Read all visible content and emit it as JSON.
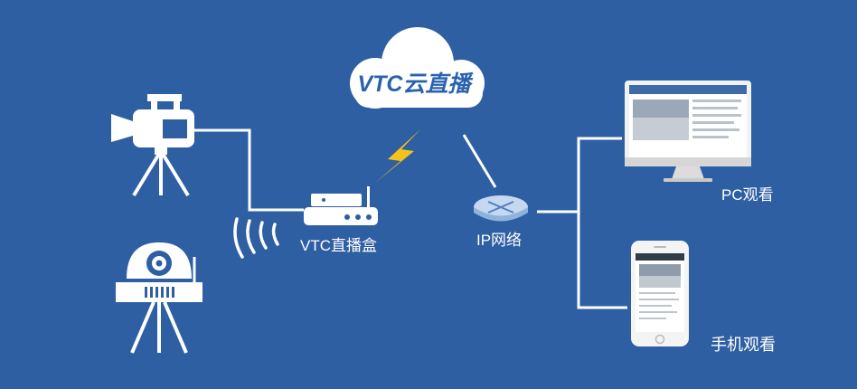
{
  "brand": {
    "cloud_label": "VTC云直播"
  },
  "nodes": {
    "streaming_box": "VTC直播盒",
    "ip_network": "IP网络",
    "pc_viewing": "PC观看",
    "mobile_viewing": "手机观看"
  },
  "icons": {
    "source_camera": "video-camera-icon",
    "source_dome": "dome-camera-icon",
    "wireless": "wireless-signal-icon",
    "encoder": "router-box-icon",
    "lightning": "lightning-bolt-icon",
    "cloud": "cloud-icon",
    "router": "network-router-icon",
    "pc": "desktop-monitor-icon",
    "phone": "smartphone-icon"
  },
  "colors": {
    "background": "#2e5fa3",
    "foreground": "#ffffff",
    "lightning": "#f5c21a",
    "cloud_text": "#2a62b0",
    "router_fill": "#c6d8f0"
  }
}
